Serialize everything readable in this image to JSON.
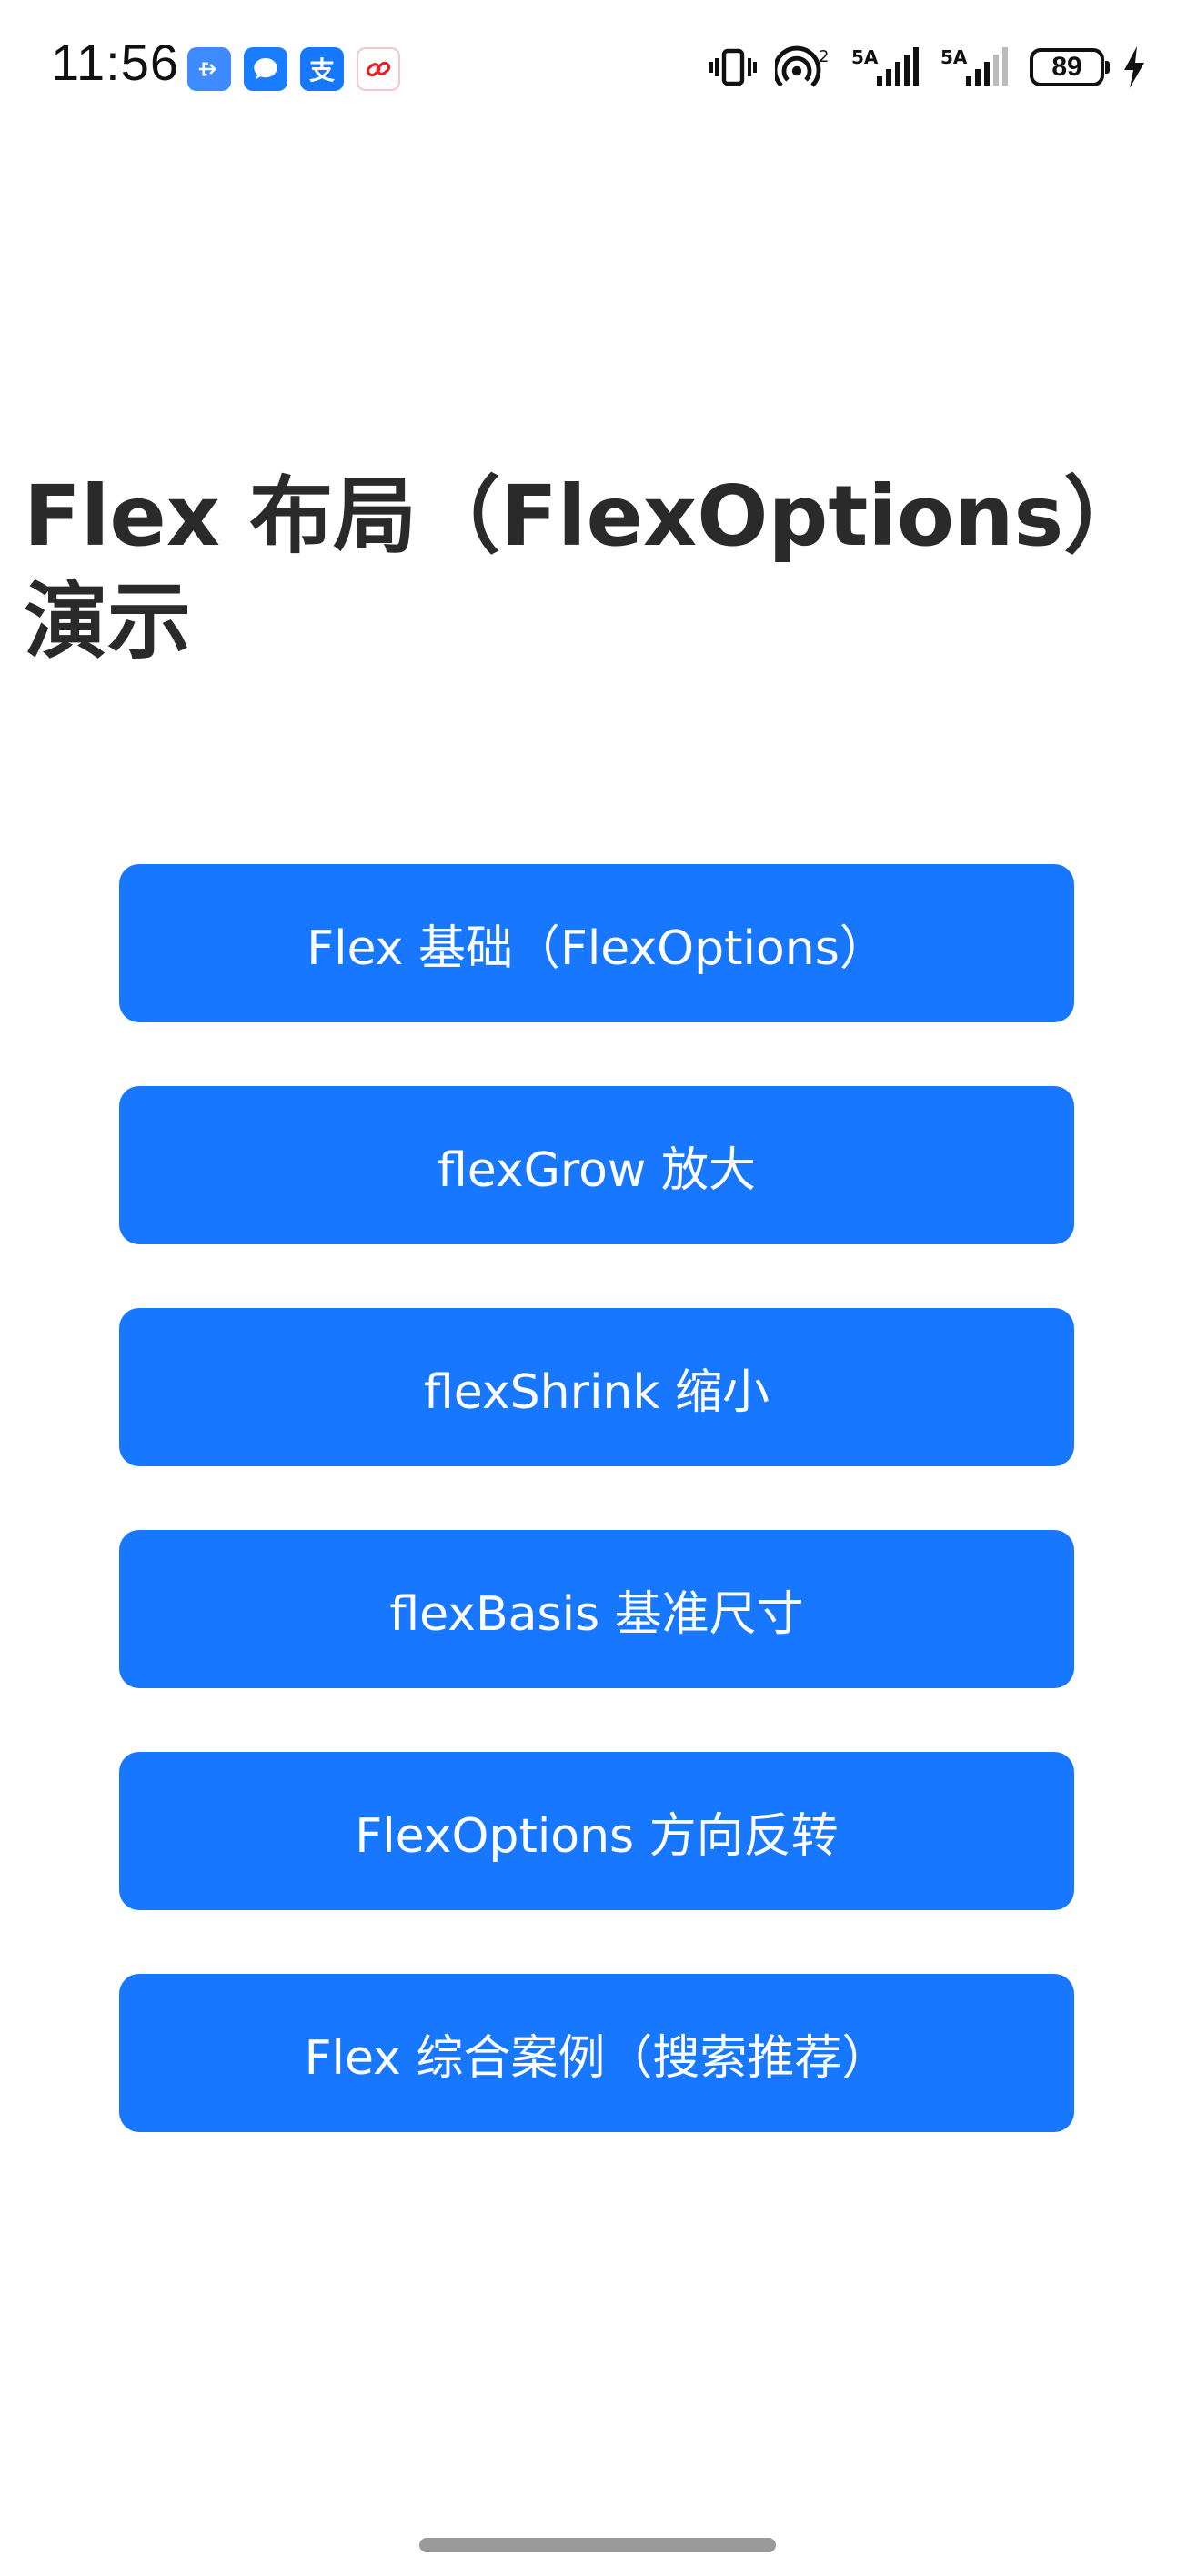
{
  "status_bar": {
    "time": "11:56",
    "notification_icons": [
      "usb-icon",
      "message-icon",
      "alipay-icon",
      "link-icon"
    ],
    "alipay_glyph": "支",
    "network_labels": [
      "5A",
      "5A"
    ],
    "hotspot_count": "2",
    "battery_level": "89"
  },
  "page": {
    "title": "Flex 布局（FlexOptions）演示"
  },
  "menu": {
    "items": [
      {
        "label": "Flex 基础（FlexOptions）"
      },
      {
        "label": "flexGrow 放大"
      },
      {
        "label": "flexShrink 缩小"
      },
      {
        "label": "flexBasis 基准尺寸"
      },
      {
        "label": "FlexOptions 方向反转"
      },
      {
        "label": "Flex 综合案例（搜索推荐）"
      }
    ]
  },
  "colors": {
    "accent": "#1877ff",
    "title": "#2a2a2a",
    "background": "#ffffff"
  }
}
